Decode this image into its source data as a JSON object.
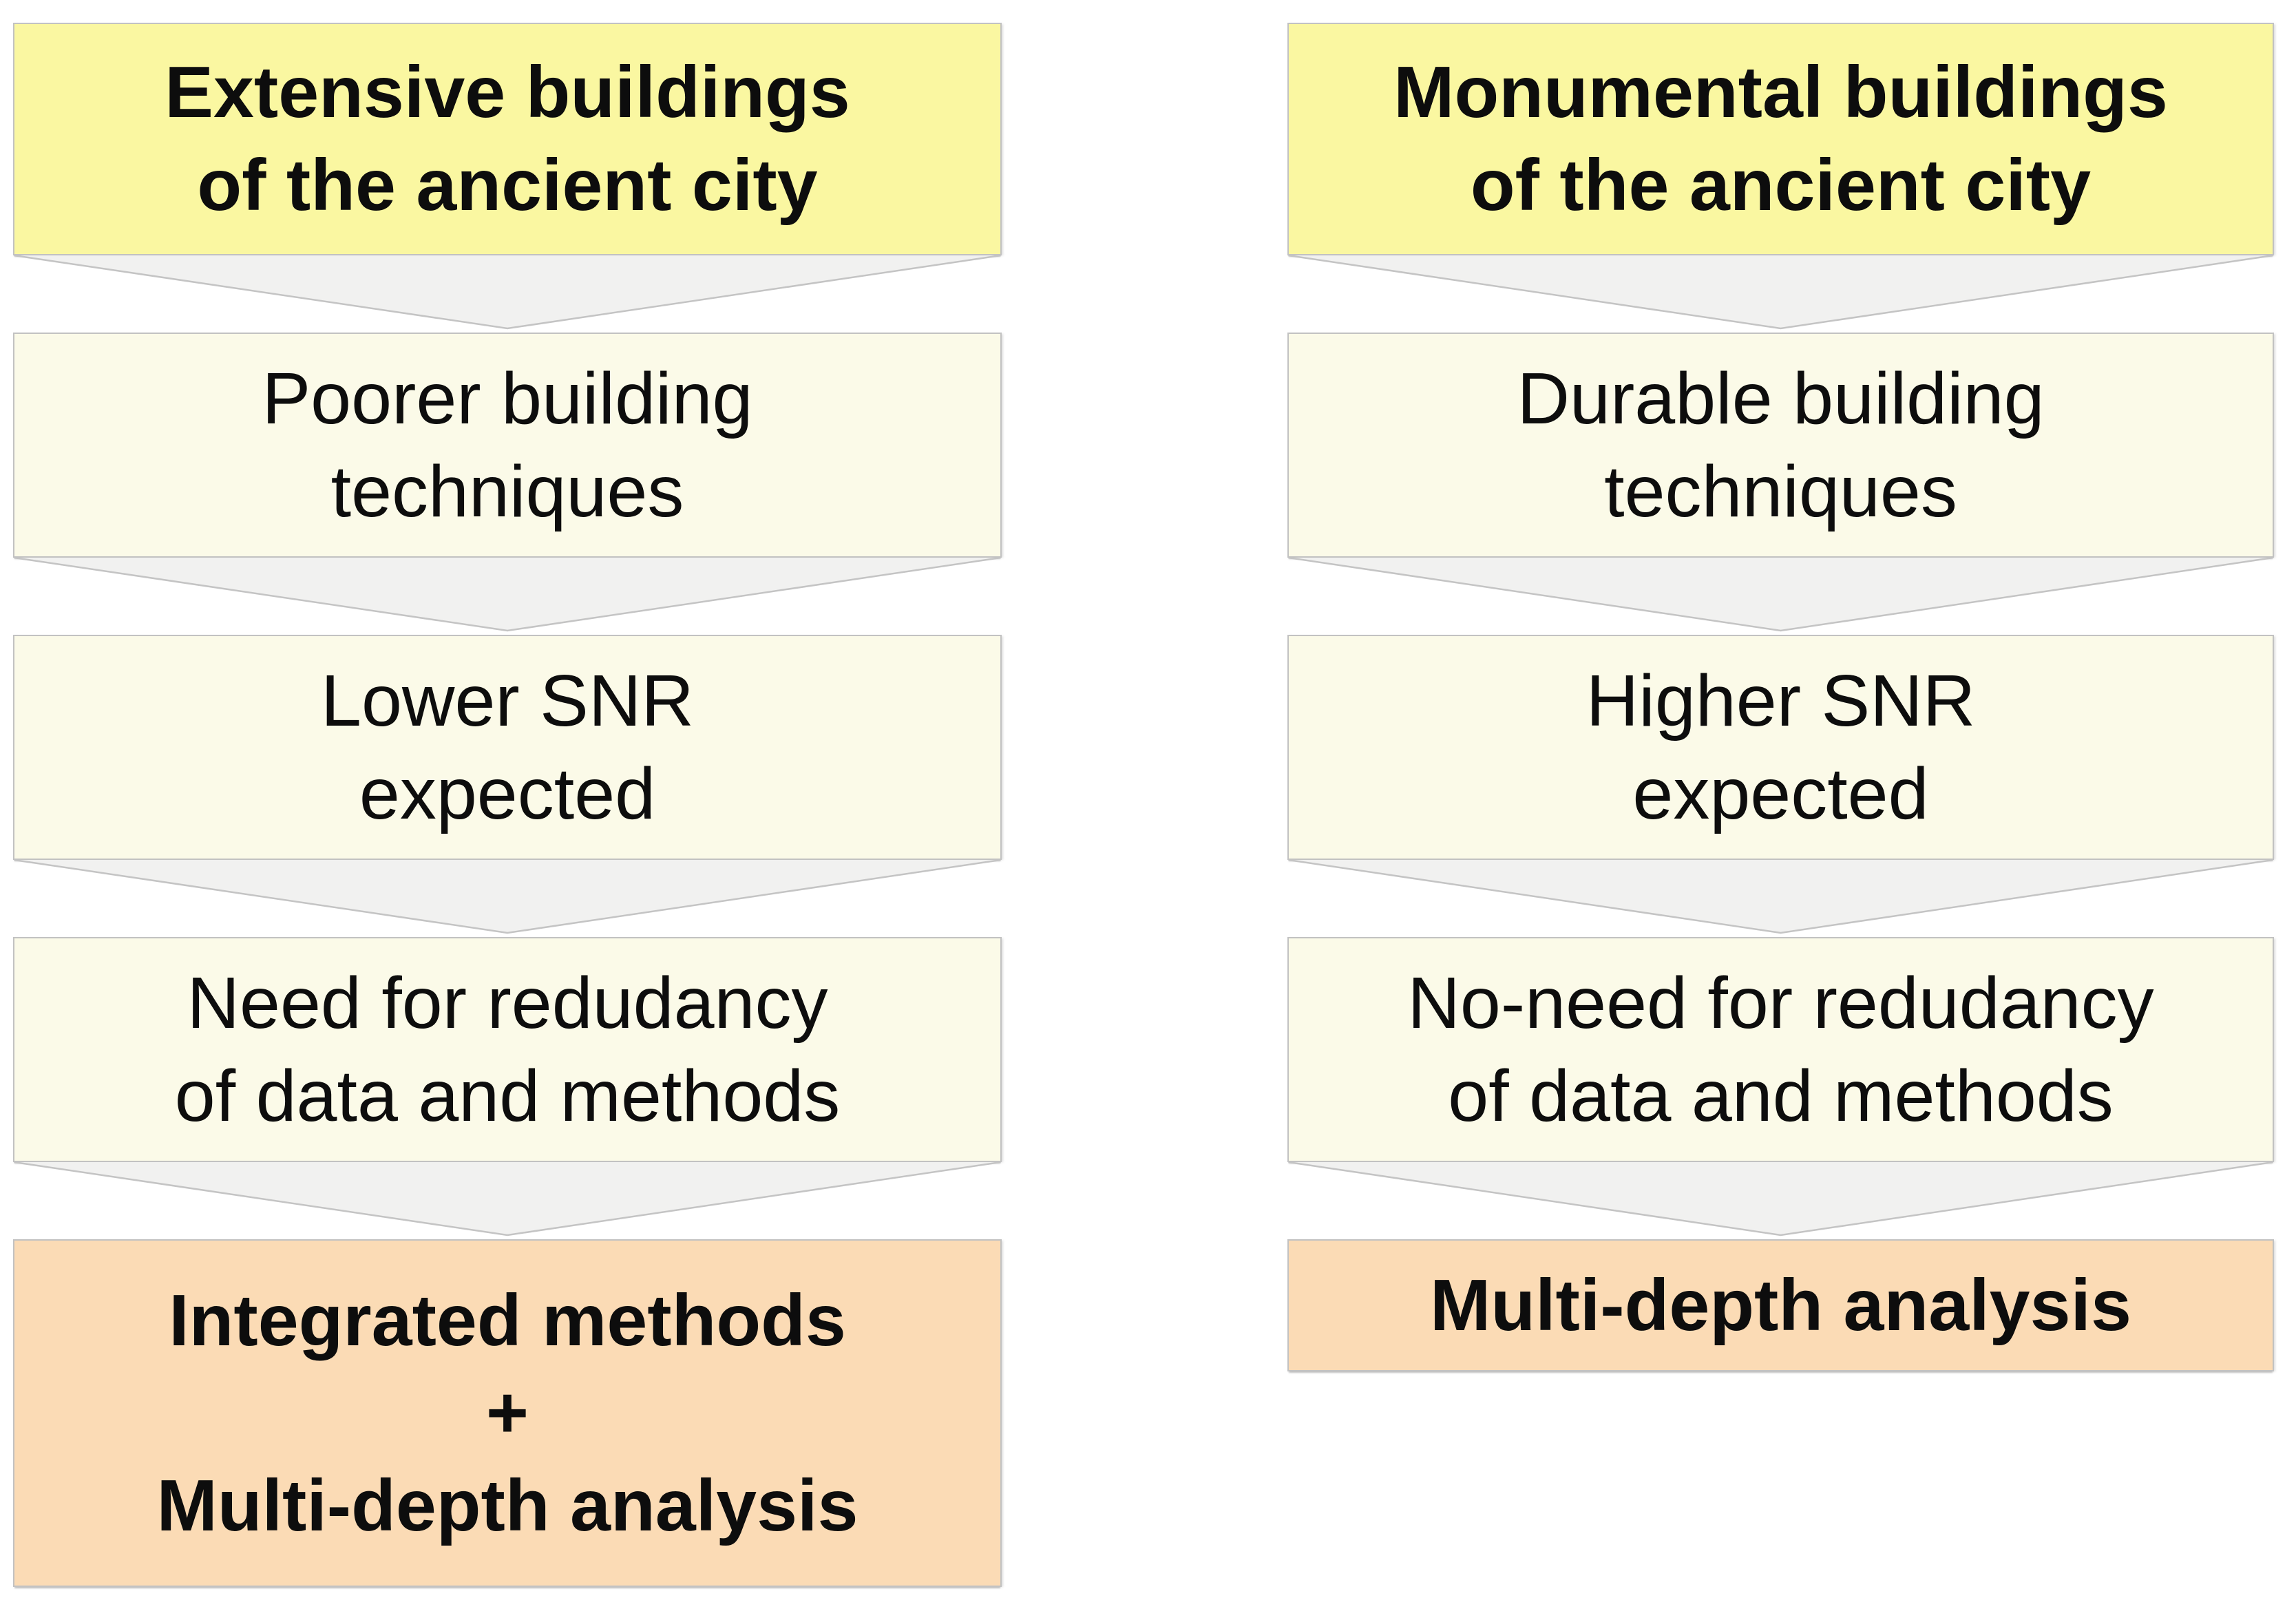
{
  "diagram": {
    "colors": {
      "header_bg": "#FAF7A1",
      "step_bg": "#FBFAE8",
      "result_bg": "#FBDBB5",
      "connector_fill": "#F1F1F0",
      "connector_stroke": "#C4C4C4",
      "box_border": "#C2C2C2",
      "text": "#0D0D0D",
      "page_bg": "#FFFFFF"
    },
    "columns": [
      {
        "id": "extensive-buildings-flow",
        "boxes": [
          {
            "role": "header",
            "text": "Extensive buildings\nof the ancient city"
          },
          {
            "role": "step",
            "text": "Poorer building\ntechniques"
          },
          {
            "role": "step",
            "text": "Lower SNR\nexpected"
          },
          {
            "role": "step",
            "text": "Need for redudancy\nof data and methods"
          },
          {
            "role": "result",
            "text": "Integrated methods\n+\nMulti-depth analysis"
          }
        ]
      },
      {
        "id": "monumental-buildings-flow",
        "boxes": [
          {
            "role": "header",
            "text": "Monumental buildings\nof the ancient city"
          },
          {
            "role": "step",
            "text": "Durable building\ntechniques"
          },
          {
            "role": "step",
            "text": "Higher SNR\nexpected"
          },
          {
            "role": "step",
            "text": "No-need for redudancy\nof data and methods"
          },
          {
            "role": "result",
            "text": "Multi-depth analysis"
          }
        ]
      }
    ]
  }
}
